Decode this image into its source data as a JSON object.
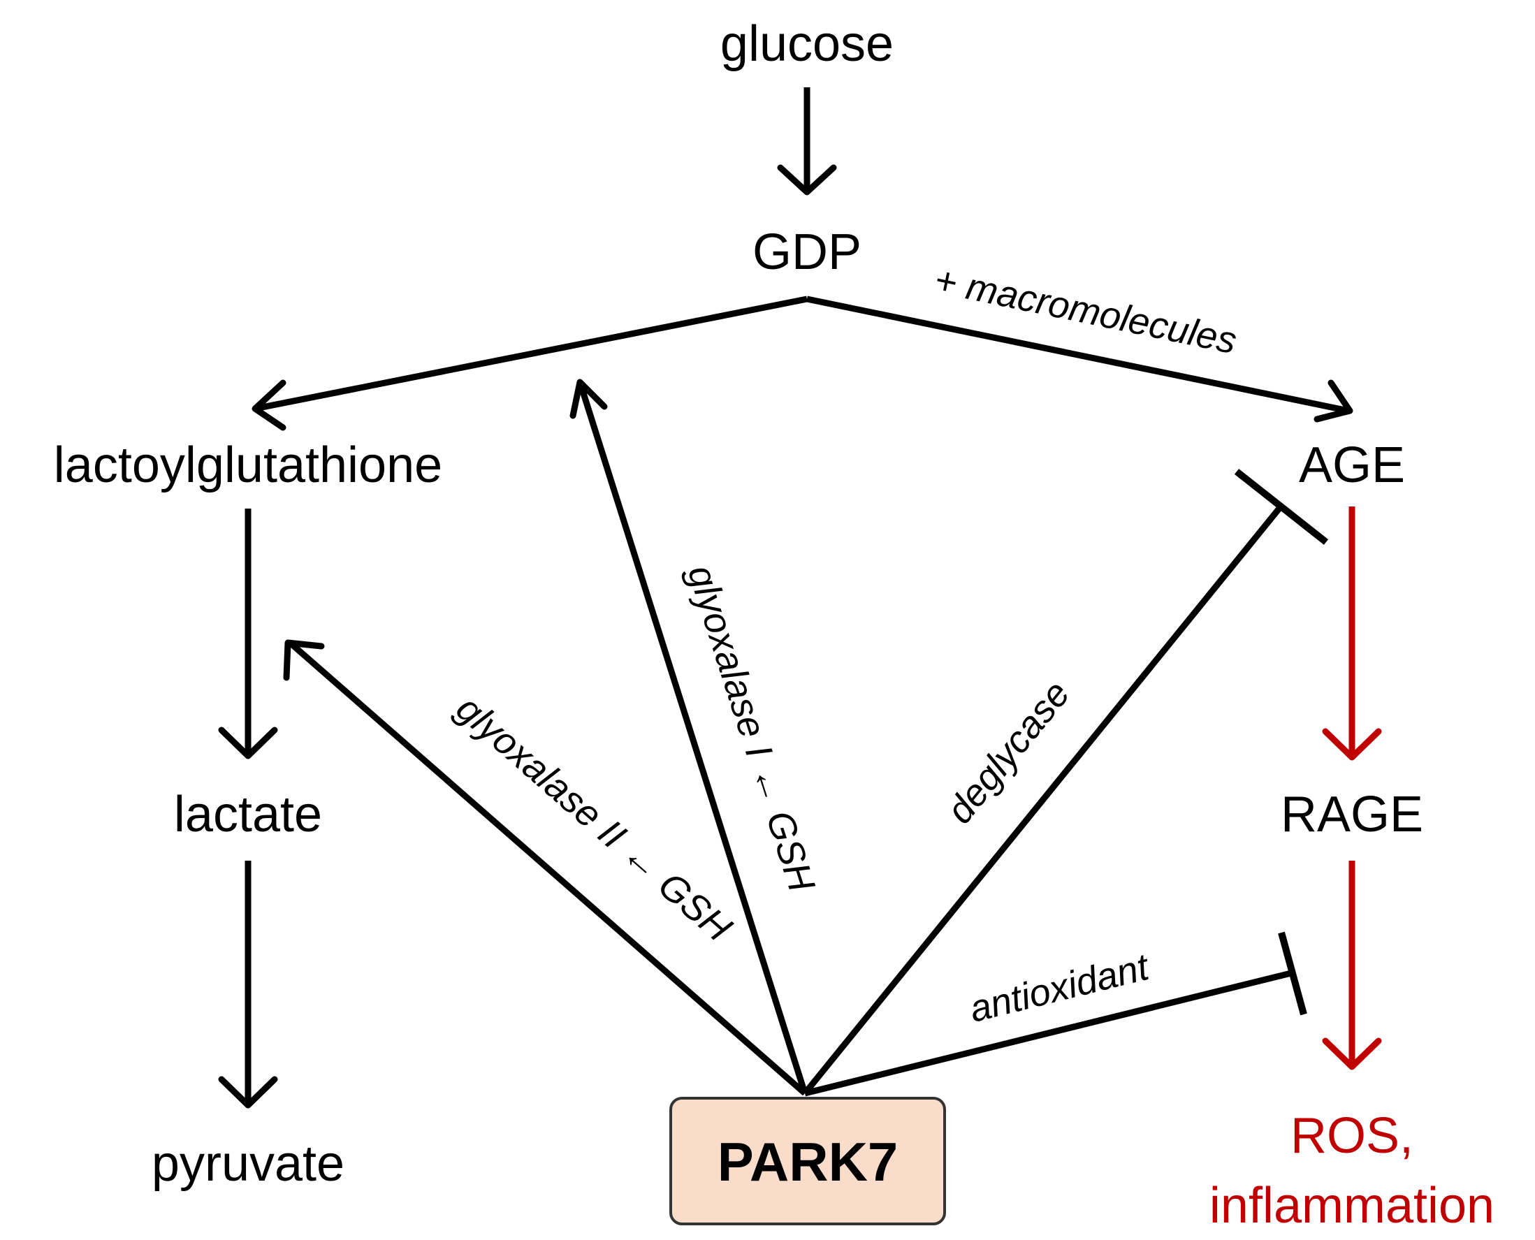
{
  "nodes": {
    "glucose": "glucose",
    "gdp": "GDP",
    "lactoylglutathione": "lactoylglutathione",
    "age": "AGE",
    "lactate": "lactate",
    "rage": "RAGE",
    "pyruvate": "pyruvate",
    "park7": "PARK7",
    "ros_line1": "ROS,",
    "ros_line2": "inflammation"
  },
  "edge_labels": {
    "macromolecules": "+ macromolecules",
    "glyoxalase_1": "glyoxalase I ← GSH",
    "glyoxalase_2": "glyoxalase II ← GSH",
    "deglycase": "deglycase",
    "antioxidant": "antioxidant"
  },
  "colors": {
    "default": "#000000",
    "inflammation_path": "#c00000",
    "park7_box_fill": "#f9dcc9",
    "park7_box_stroke": "#333333"
  }
}
